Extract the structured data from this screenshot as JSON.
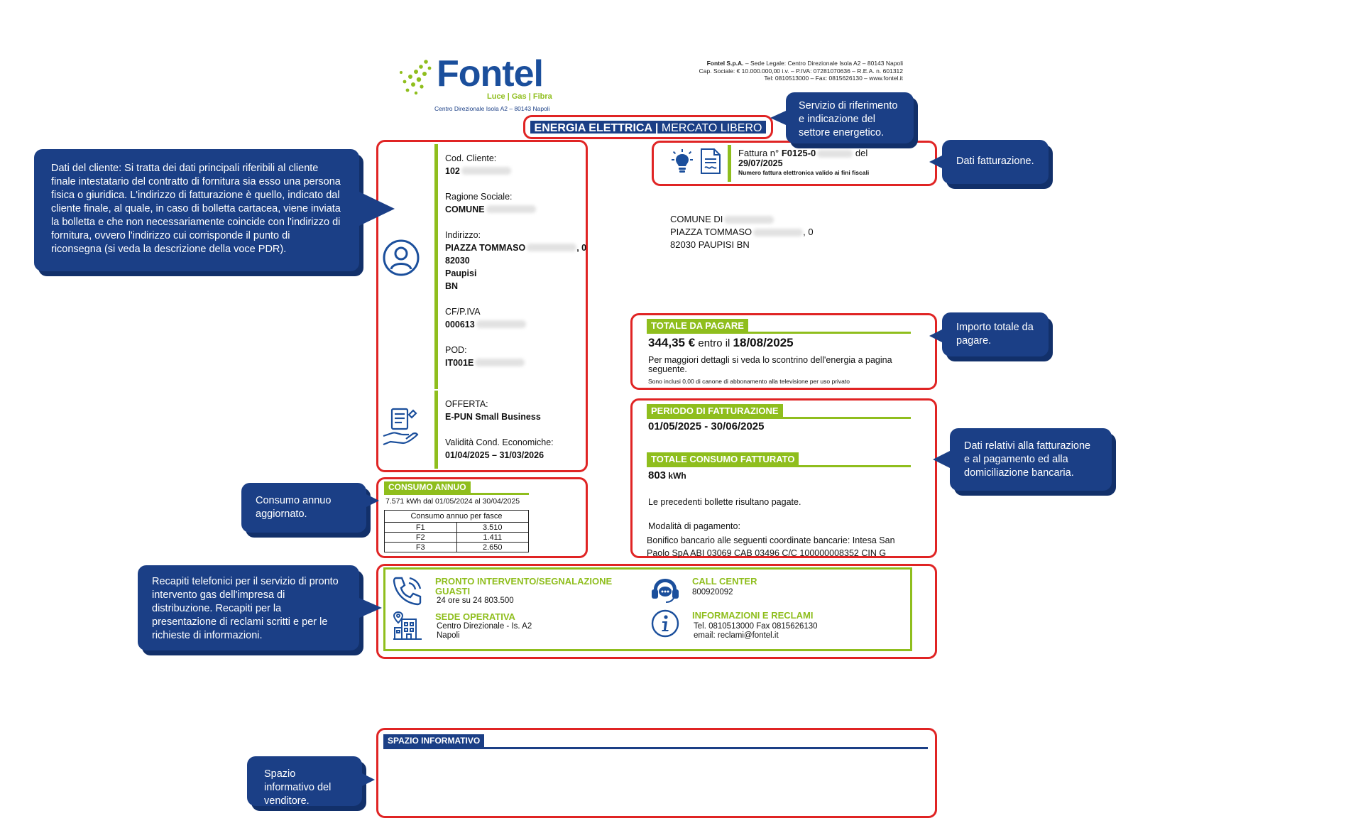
{
  "header": {
    "logo_name": "Fontel",
    "logo_tagline": "Luce | Gas | Fibra",
    "logo_address": "Centro Direzionale Isola A2 – 80143 Napoli",
    "company_line1_bold": "Fontel S.p.A.",
    "company_line1_rest": " – Sede Legale: Centro Direzionale Isola A2 – 80143 Napoli",
    "company_line2": "Cap. Sociale: € 10.000.000,00 i.v. – P.IVA: 07281070636 – R.E.A. n. 601312",
    "company_line3": "Tel: 0810513000 – Fax: 0815626130 – www.fontel.it"
  },
  "service": {
    "bold": "ENERGIA ELETTRICA |",
    "rest": " MERCATO LIBERO"
  },
  "client": {
    "cod_label": "Cod. Cliente:",
    "cod_value": "102",
    "ragione_label": "Ragione Sociale:",
    "ragione_value": "COMUNE",
    "indirizzo_label": "Indirizzo:",
    "indirizzo_line1": "PIAZZA TOMMASO",
    "indirizzo_line1_end": ", 0",
    "indirizzo_line2": "82030",
    "indirizzo_line3": "Paupisi",
    "indirizzo_line4": "BN",
    "cf_label": "CF/P.IVA",
    "cf_value": "000613",
    "pod_label": "POD:",
    "pod_value": "IT001E",
    "offerta_label": "OFFERTA:",
    "offerta_value": "E-PUN Small Business",
    "validita_label": "Validità Cond. Economiche:",
    "validita_value": "01/04/2025 – 31/03/2026"
  },
  "invoice": {
    "fattura_prefix": "Fattura n° ",
    "fattura_number": "F0125-0",
    "fattura_del": "del",
    "fattura_date": "29/07/2025",
    "fattura_note": "Numero fattura elettronica valido ai fini fiscali"
  },
  "recipient": {
    "line1": "COMUNE DI",
    "line2": "PIAZZA TOMMASO",
    "line2_end": ", 0",
    "line3": "82030 PAUPISI BN"
  },
  "totale": {
    "header": "TOTALE DA PAGARE",
    "amount": "344,35 €",
    "entro": " entro il ",
    "due_date": "18/08/2025",
    "details": "Per maggiori dettagli si veda lo scontrino dell'energia a pagina seguente.",
    "note": "Sono inclusi 0,00 di canone di abbonamento alla televisione per uso privato"
  },
  "periodo": {
    "header": "PERIODO DI FATTURAZIONE",
    "value": "01/05/2025 - 30/06/2025",
    "consumo_header": "TOTALE CONSUMO FATTURATO",
    "consumo_value": "803",
    "consumo_unit": " kWh",
    "bollette": "Le precedenti bollette risultano pagate.",
    "modalita_label": "Modalità di pagamento:",
    "modalita_value": "Bonifico bancario alle seguenti coordinate bancarie: Intesa San Paolo SpA ABI 03069 CAB 03496 C/C 100000008352 CIN G"
  },
  "consumo_annuo": {
    "header": "CONSUMO ANNUO",
    "line": "7.571 kWh dal 01/05/2024 al 30/04/2025",
    "table_title": "Consumo annuo per fasce",
    "rows": [
      {
        "fascia": "F1",
        "valore": "3.510"
      },
      {
        "fascia": "F2",
        "valore": "1.411"
      },
      {
        "fascia": "F3",
        "valore": "2.650"
      }
    ]
  },
  "contacts": {
    "pronto_title": "PRONTO INTERVENTO/SEGNALAZIONE GUASTI",
    "pronto_text": "24 ore su 24 803.500",
    "call_title": "CALL CENTER",
    "call_text": "800920092",
    "sede_title": "SEDE OPERATIVA",
    "sede_line1": "Centro Direzionale - Is. A2",
    "sede_line2": "Napoli",
    "info_title": "INFORMAZIONI E RECLAMI",
    "info_line1": "Tel. 0810513000 Fax 0815626130",
    "info_line2": "email: reclami@fontel.it"
  },
  "spazio": {
    "header": "SPAZIO INFORMATIVO"
  },
  "callouts": {
    "servizio": "Servizio di riferimento e indicazione del settore energetico.",
    "dati_cliente": "Dati del cliente: Si tratta dei dati principali riferibili al cliente finale intestatario del contratto di fornitura sia esso una persona fisica o giuridica. L'indirizzo di fatturazione è quello, indicato dal cliente finale, al quale, in caso di bolletta cartacea, viene inviata la bolletta e che non necessariamente coincide con l'indirizzo di fornitura, ovvero l'indirizzo cui corrisponde il punto di riconsegna (si veda la descrizione della voce PDR).",
    "dati_fatturazione": "Dati fatturazione.",
    "importo": "Importo totale da pagare.",
    "dati_relativi": "Dati relativi alla fatturazione e al pagamento ed alla domiciliazione bancaria.",
    "consumo": "Consumo annuo aggiornato.",
    "recapiti": "Recapiti telefonici per il servizio di pronto intervento gas dell'impresa di distribuzione. Recapiti per la presentazione di reclami scritti e per le richieste di informazioni.",
    "spazio": "Spazio informativo del venditore."
  },
  "colors": {
    "brand_blue": "#1b3f86",
    "brand_green": "#8fbe1d",
    "highlight_red": "#e02424"
  }
}
